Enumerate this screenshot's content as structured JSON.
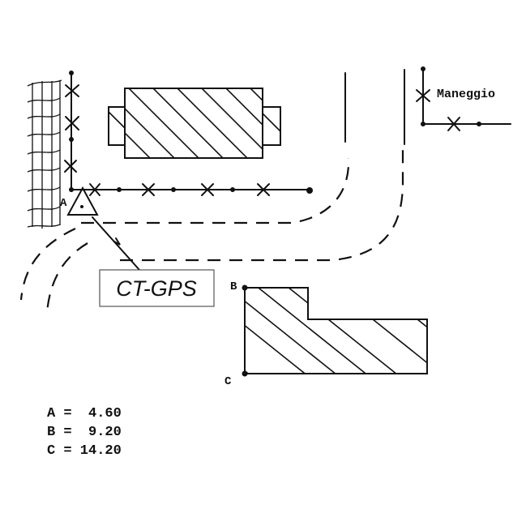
{
  "labels": {
    "point_a": "A",
    "point_b": "B",
    "point_c": "C",
    "maneggio": "Maneggio",
    "device": "CT-GPS"
  },
  "legend": [
    "A =  4.60",
    "B =  9.20",
    "C = 14.20"
  ]
}
